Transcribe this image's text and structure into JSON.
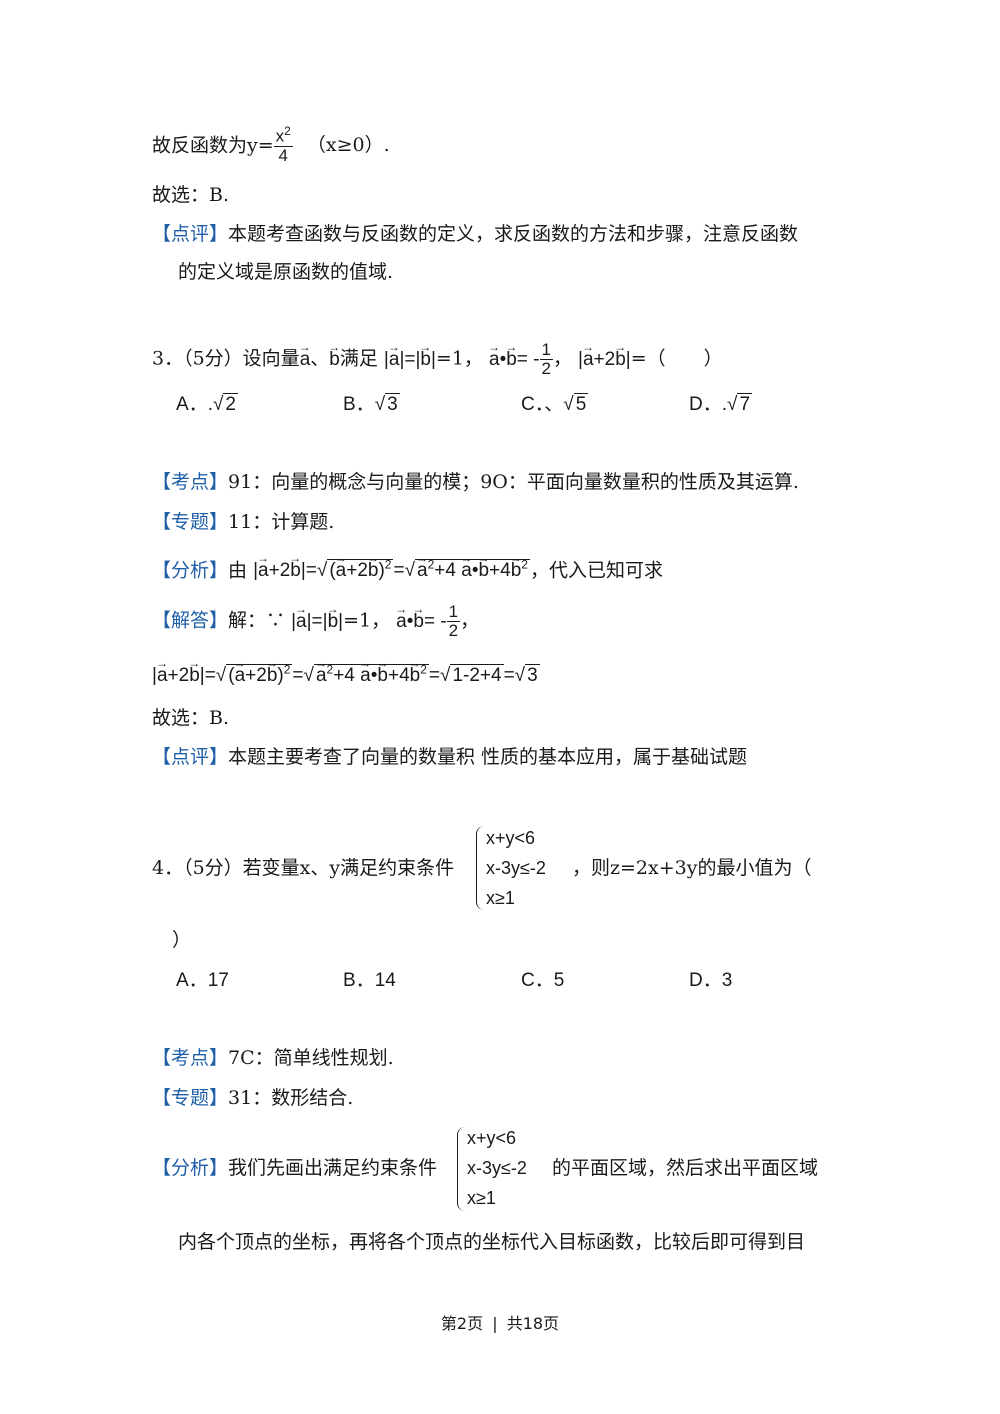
{
  "section2": {
    "inverse_text": "故反函数为y=",
    "frac_num": "x",
    "frac_sup": "2",
    "frac_den": "4",
    "domain": "（x≥0）.",
    "choose": "故选：B.",
    "comment_tag": "【点评】",
    "comment_line1": "本题考查函数与反函数的定义，求反函数的方法和步骤，注意反函数",
    "comment_line2": "的定义域是原函数的值域."
  },
  "q3": {
    "number": "3．（5分）设向量",
    "vec_a": "a",
    "sep": "、",
    "vec_b": "b",
    "cond1": "满足",
    "eq1": "=1，",
    "dot_text": "•",
    "neg": "= -",
    "half_num": "1",
    "half_den": "2",
    "ask_tail": "=（　　）",
    "options": [
      {
        "label": "A．",
        "pre": ".",
        "radicand": "2"
      },
      {
        "label": "B．",
        "pre": "",
        "radicand": "3"
      },
      {
        "label": "C．",
        "pre": "、",
        "radicand": "5"
      },
      {
        "label": "D．",
        "pre": ".",
        "radicand": "7"
      }
    ],
    "kaodian_tag": "【考点】",
    "kaodian": "91：向量的概念与向量的模；9O：平面向量数量积的性质及其运算.",
    "zhuanti_tag": "【专题】",
    "zhuanti": "11：计算题.",
    "fenxi_tag": "【分析】",
    "fenxi_pre": "由",
    "fenxi_post": "，代入已知可求",
    "jieda_tag": "【解答】",
    "jieda_pre": "解：∵",
    "jieda_eq": "=1，",
    "result_tail": "=",
    "result_rad1": "1-2+4",
    "result_rad2": "3",
    "choose": "故选：B.",
    "dianping_tag": "【点评】",
    "dianping": "本题主要考查了向量的数量积 性质的基本应用，属于基础试题"
  },
  "q4": {
    "number": "4．（5分）若变量x、y满足约束条件",
    "sys1": "x+y<6",
    "sys2": "x-3y≤-2",
    "sys3": "x≥1",
    "tail": "，则z=2x+3y的最小值为（",
    "close": "）",
    "options": [
      {
        "label": "A．",
        "value": "17"
      },
      {
        "label": "B．",
        "value": "14"
      },
      {
        "label": "C．",
        "value": "5"
      },
      {
        "label": "D．",
        "value": "3"
      }
    ],
    "kaodian_tag": "【考点】",
    "kaodian": "7C：简单线性规划.",
    "zhuanti_tag": "【专题】",
    "zhuanti": "31：数形结合.",
    "fenxi_tag": "【分析】",
    "fenxi_pre": "我们先画出满足约束条件",
    "fenxi_post": "的平面区域，然后求出平面区域",
    "fenxi_line2": "内各个顶点的坐标，再将各个顶点的坐标代入目标函数，比较后即可得到目"
  },
  "footer": {
    "page": "第2页",
    "sep": "|",
    "total": "共18页"
  }
}
